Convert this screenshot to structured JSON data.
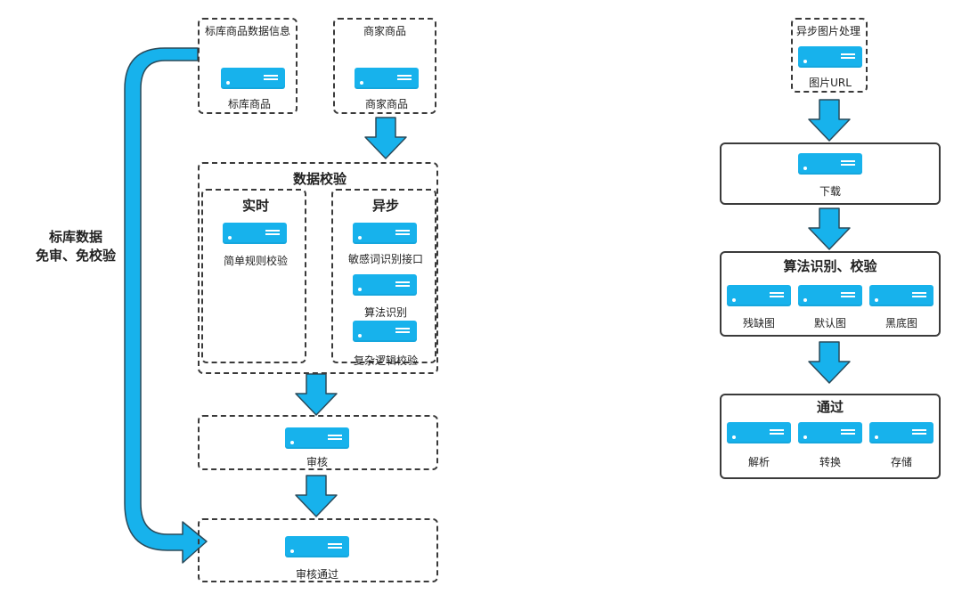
{
  "left": {
    "std_info_box": {
      "title": "标库商品数据信息",
      "label": "标库商品"
    },
    "merchant_box": {
      "title": "商家商品",
      "label": "商家商品"
    },
    "validation": {
      "title": "数据校验",
      "realtime": {
        "title": "实时",
        "label": "简单规则校验"
      },
      "async": {
        "title": "异步",
        "items": [
          "敏感词识别接口",
          "算法识别",
          "复杂逻辑校验"
        ]
      }
    },
    "review": {
      "label": "审核"
    },
    "approved": {
      "label": "审核通过"
    },
    "bypass_label": {
      "line1": "标库数据",
      "line2": "免审、免校验"
    }
  },
  "right": {
    "async_image": {
      "title": "异步图片处理",
      "label": "图片URL"
    },
    "download": {
      "label": "下载"
    },
    "algo": {
      "title": "算法识别、校验",
      "items": [
        "残缺图",
        "默认图",
        "黑底图"
      ]
    },
    "pass": {
      "title": "通过",
      "items": [
        "解析",
        "转换",
        "存储"
      ]
    }
  },
  "colors": {
    "accent": "#17b2ec",
    "border": "#3a3a3a",
    "arrow_outline": "#2a4a5a"
  }
}
